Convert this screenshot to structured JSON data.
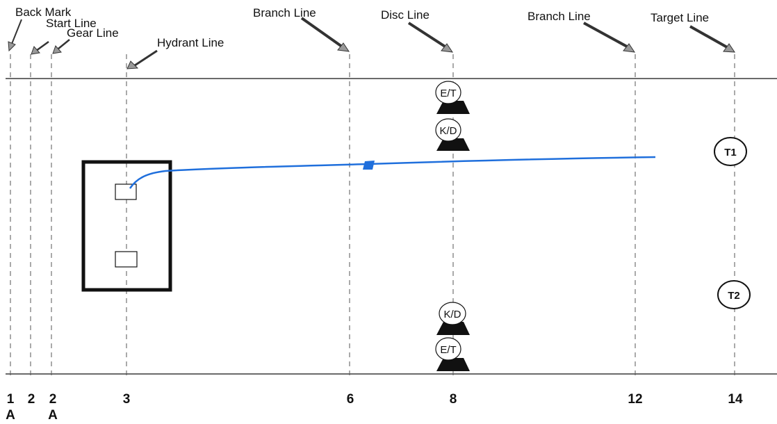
{
  "labels": {
    "back_mark": "Back Mark",
    "start_line": "Start Line",
    "gear_line": "Gear Line",
    "hydrant_line": "Hydrant Line",
    "branch_line_1": "Branch Line",
    "disc_line": "Disc Line",
    "branch_line_2": "Branch Line",
    "target_line": "Target Line"
  },
  "line_numbers": {
    "back": "1",
    "back_sub": "A",
    "start": "2",
    "gear": "2",
    "gear_sub": "A",
    "hydrant": "3",
    "branch1": "6",
    "disc": "8",
    "branch2": "12",
    "target": "14"
  },
  "markers": {
    "et_top": "E/T",
    "kd_top": "K/D",
    "kd_bottom": "K/D",
    "et_bottom": "E/T",
    "t1": "T1",
    "t2": "T2"
  },
  "colors": {
    "path": "#1f6fdc",
    "ink": "#111111",
    "dashes": "#555555"
  }
}
